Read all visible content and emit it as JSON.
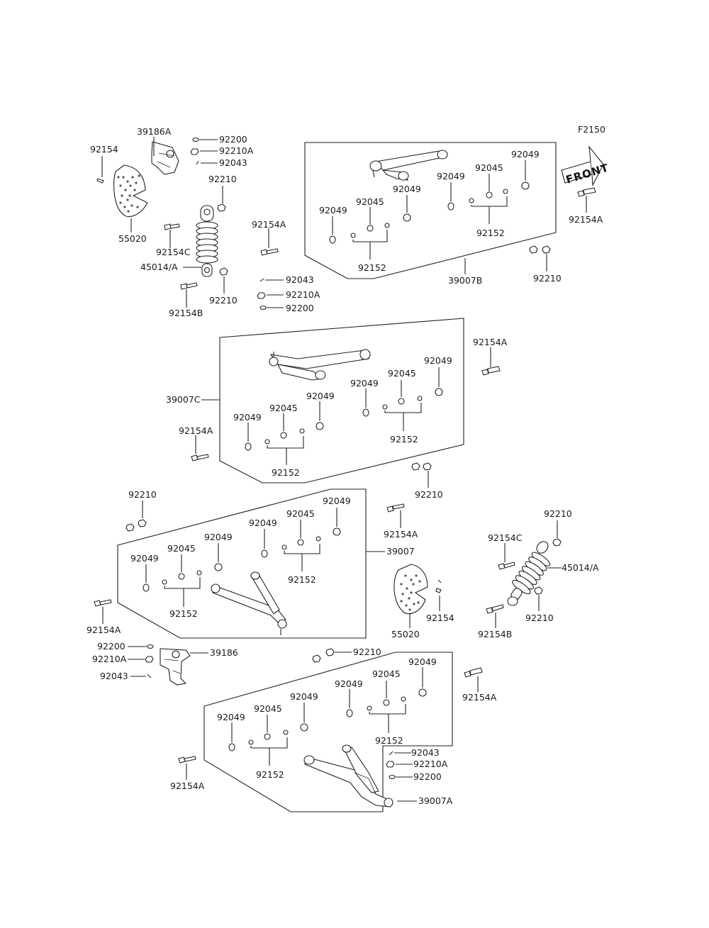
{
  "figure_id": "F2150",
  "front_label": "FRONT",
  "labels": {
    "p92154_tl": "92154",
    "p39186A": "39186A",
    "p92200_top": "92200",
    "p92210A_top": "92210A",
    "p92043_top": "92043",
    "p92210_top": "92210",
    "p55020_top": "55020",
    "p92154C_top": "92154C",
    "p45014A_top": "45014/A",
    "p92154B_top": "92154B",
    "p92210_top2": "92210",
    "p92154A_mid": "92154A",
    "p92043_mid": "92043",
    "p92210A_mid": "92210A",
    "p92200_mid": "92200",
    "b1_92049_a": "92049",
    "b1_92045_a": "92045",
    "b1_92049_b": "92049",
    "b1_92049_c": "92049",
    "b1_92045_b": "92045",
    "b1_92049_d": "92049",
    "b1_92152_a": "92152",
    "b1_92152_b": "92152",
    "p39007B": "39007B",
    "p92210_right": "92210",
    "p92154A_tr": "92154A",
    "p92154A_r2": "92154A",
    "p39007C": "39007C",
    "b2_92049_a": "92049",
    "b2_92045_a": "92045",
    "b2_92049_b": "92049",
    "b2_92049_c": "92049",
    "b2_92045_b": "92045",
    "b2_92049_d": "92049",
    "b2_92152_a": "92152",
    "b2_92152_b": "92152",
    "p92154A_l2": "92154A",
    "p92210_c": "92210",
    "p92210_l3": "92210",
    "p92154A_c3": "92154A",
    "p39007": "39007",
    "b3_92049_a": "92049",
    "b3_92045_a": "92045",
    "b3_92049_b": "92049",
    "b3_92049_c": "92049",
    "b3_92045_b": "92045",
    "b3_92049_d": "92049",
    "b3_92152_a": "92152",
    "b3_92152_b": "92152",
    "p92154A_l3": "92154A",
    "p92210_r3": "92210",
    "p92154C_r3": "92154C",
    "p45014A_r3": "45014/A",
    "p92154B_r3": "92154B",
    "p92210_r3b": "92210",
    "p55020_r3": "55020",
    "p92154_r3": "92154",
    "p92200_l4": "92200",
    "p92210A_l4": "92210A",
    "p92043_l4": "92043",
    "p39186": "39186",
    "p92210_c4": "92210",
    "p92154A_r4": "92154A",
    "b4_92049_a": "92049",
    "b4_92045_a": "92045",
    "b4_92049_b": "92049",
    "b4_92049_c": "92049",
    "b4_92045_b": "92045",
    "b4_92049_d": "92049",
    "b4_92152_a": "92152",
    "b4_92152_b": "92152",
    "p92154A_l4": "92154A",
    "p92043_b4": "92043",
    "p92210A_b4": "92210A",
    "p92200_b4": "92200",
    "p39007A": "39007A"
  }
}
